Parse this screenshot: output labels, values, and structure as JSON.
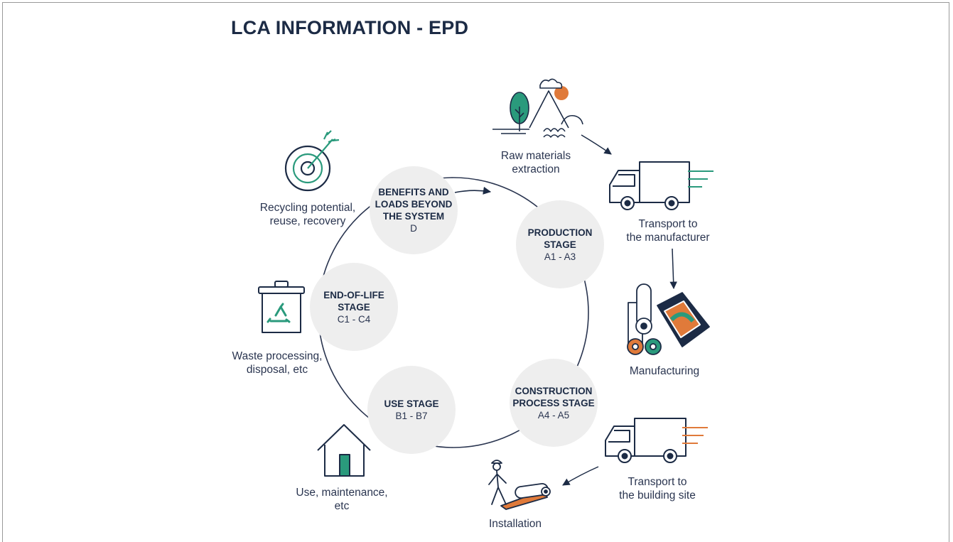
{
  "title": "LCA INFORMATION - EPD",
  "colors": {
    "navy": "#1c2b45",
    "green": "#2a9a7c",
    "orange": "#e07a3a",
    "stage_fill": "#eeeeee"
  },
  "stages": [
    {
      "id": "production",
      "name": "PRODUCTION\nSTAGE",
      "code": "A1 - A3"
    },
    {
      "id": "construction",
      "name": "CONSTRUCTION\nPROCESS STAGE",
      "code": "A4 -  A5"
    },
    {
      "id": "use",
      "name": "USE STAGE",
      "code": "B1 - B7"
    },
    {
      "id": "end-of-life",
      "name": "END-OF-LIFE\nSTAGE",
      "code": "C1 - C4"
    },
    {
      "id": "benefits",
      "name": "BENEFITS AND\nLOADS BEYOND\nTHE SYSTEM",
      "code": "D"
    }
  ],
  "captions": {
    "raw_materials": "Raw materials\nextraction",
    "transport_manufacturer": "Transport to\nthe manufacturer",
    "manufacturing": "Manufacturing",
    "transport_site": "Transport to\nthe building site",
    "installation": "Installation",
    "use": "Use, maintenance,\netc",
    "waste": "Waste processing,\ndisposal, etc",
    "recycling": "Recycling potential,\nreuse, recovery"
  },
  "icons": {
    "raw_materials": "tree-mountain-icon",
    "transport_manufacturer": "truck-icon",
    "manufacturing": "rolls-icon",
    "transport_site": "truck-icon",
    "installation": "worker-roll-icon",
    "use": "house-icon",
    "waste": "recycle-bin-icon",
    "recycling": "target-arrow-icon"
  }
}
